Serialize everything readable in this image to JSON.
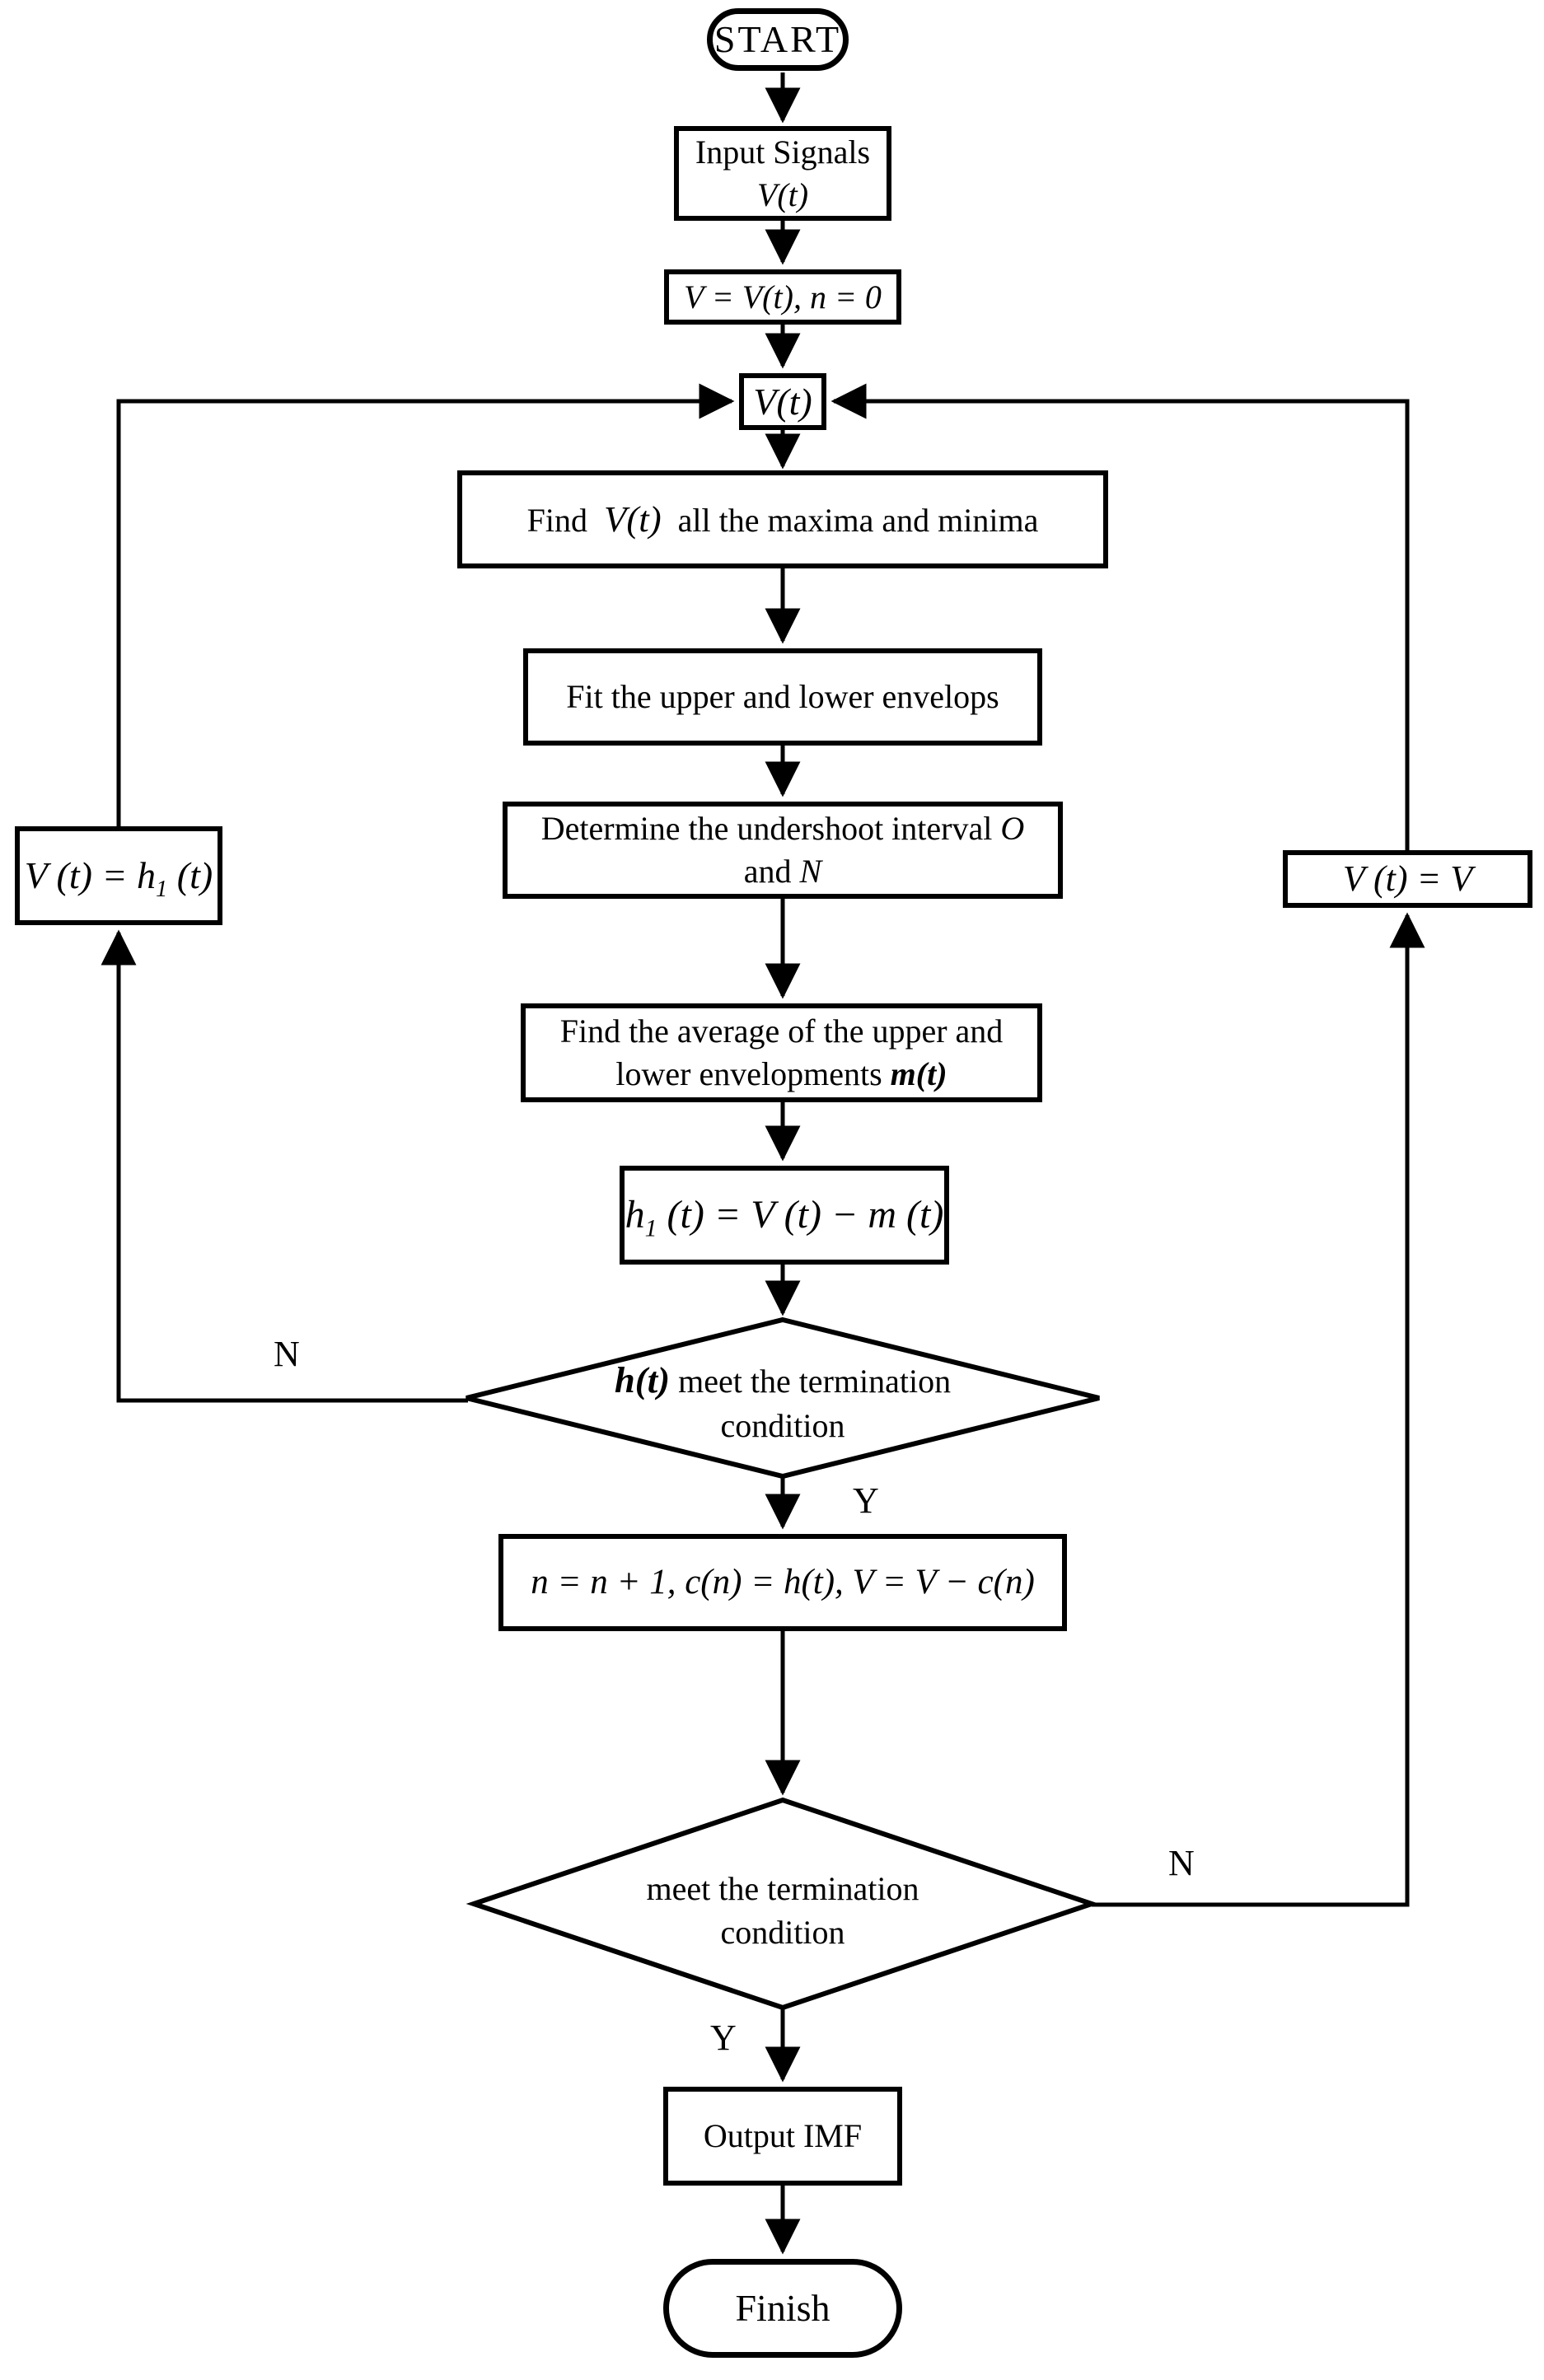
{
  "colors": {
    "stroke": "#000000",
    "background": "#ffffff"
  },
  "nodes": {
    "start": {
      "label": "START"
    },
    "input": {
      "parts": [
        {
          "t": "Input Signals"
        },
        {
          "br": true
        },
        {
          "t": "V(t)",
          "i": true
        }
      ]
    },
    "init": {
      "parts": [
        {
          "t": "V = V(t), n = 0",
          "i": true
        }
      ]
    },
    "vt": {
      "parts": [
        {
          "t": "V(t)",
          "i": true
        }
      ]
    },
    "find": {
      "parts": [
        {
          "t": "Find  "
        },
        {
          "t": "V(t)",
          "i": true,
          "big": true
        },
        {
          "t": "  all the maxima and minima"
        }
      ]
    },
    "fit": {
      "label": "Fit the upper and lower envelops"
    },
    "undershoot": {
      "parts": [
        {
          "t": "Determine the undershoot interval "
        },
        {
          "t": "O",
          "i": true
        },
        {
          "br": true
        },
        {
          "t": "and "
        },
        {
          "t": "N",
          "i": true
        }
      ]
    },
    "average": {
      "parts": [
        {
          "t": "Find the average of the upper and"
        },
        {
          "br": true
        },
        {
          "t": "lower envelopments "
        },
        {
          "t": "m(t)",
          "i": true,
          "b": true
        }
      ]
    },
    "h1": {
      "parts": [
        {
          "t": "h",
          "i": true
        },
        {
          "t": "1",
          "i": true,
          "sub": true
        },
        {
          "t": " (t) = V (t) − m (t)",
          "i": true
        }
      ]
    },
    "decision1": {
      "parts": [
        {
          "t": "h(t)",
          "i": true,
          "b": true,
          "big": true
        },
        {
          "t": " meet the termination"
        },
        {
          "br": true
        },
        {
          "t": "condition"
        }
      ]
    },
    "update": {
      "parts": [
        {
          "t": "n = n + 1, c(n) = h(t), V = V − c(n)",
          "i": true
        }
      ]
    },
    "decision2": {
      "parts": [
        {
          "t": "meet the termination"
        },
        {
          "br": true
        },
        {
          "t": "condition"
        }
      ]
    },
    "output": {
      "label": "Output IMF"
    },
    "finish": {
      "label": "Finish"
    },
    "loop_h1": {
      "parts": [
        {
          "t": "V (t) = h",
          "i": true
        },
        {
          "t": "1",
          "i": true,
          "sub": true
        },
        {
          "t": " (t)",
          "i": true
        }
      ]
    },
    "loop_v": {
      "parts": [
        {
          "t": "V (t) = V",
          "i": true
        }
      ]
    }
  },
  "edge_labels": {
    "decision1_no": "N",
    "decision1_yes": "Y",
    "decision2_no": "N",
    "decision2_yes": "Y"
  }
}
